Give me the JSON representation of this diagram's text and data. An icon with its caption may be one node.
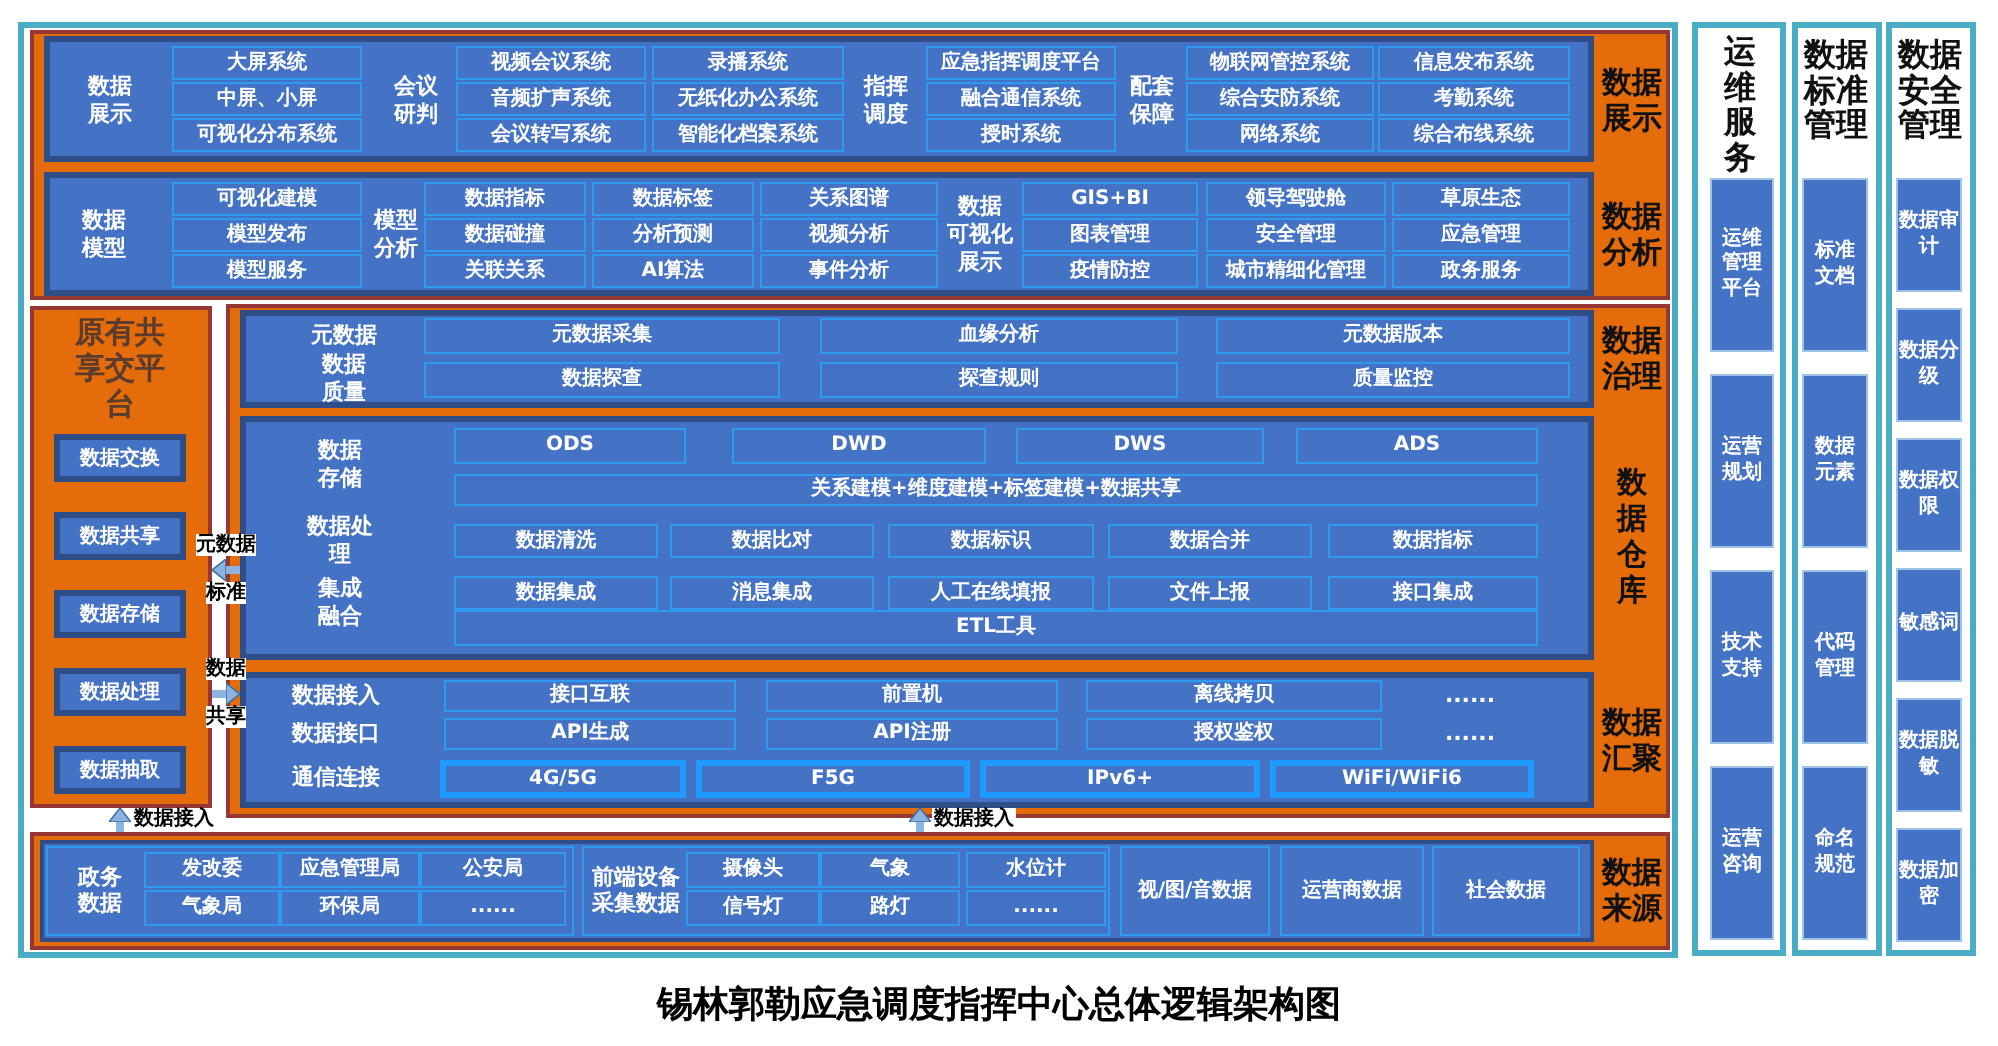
{
  "diagram": {
    "title": "锡林郭勒应急调度指挥中心总体逻辑架构图",
    "nodes": [
      {
        "text": [
          "数据展示",
          "数据分析"
        ]
      },
      {
        "text": [
          "数据展示",
          "会议研判",
          "指挥调度",
          "配套保障"
        ],
        "in": 0
      },
      {
        "text": [
          "大屏系统"
        ],
        "in": 1
      },
      {
        "text": [
          "中屏、小屏"
        ],
        "in": 1
      },
      {
        "text": [
          "可视化分布系统"
        ],
        "in": 1
      },
      {
        "text": [
          "视频会议系统"
        ],
        "in": 1
      },
      {
        "text": [
          "音频扩声系统"
        ],
        "in": 1
      },
      {
        "text": [
          "会议转写系统"
        ],
        "in": 1
      },
      {
        "text": [
          "录播系统"
        ],
        "in": 1
      },
      {
        "text": [
          "无纸化办公系统"
        ],
        "in": 1
      },
      {
        "text": [
          "智能化档案系统"
        ],
        "in": 1
      },
      {
        "text": [
          "应急指挥调度平台"
        ],
        "in": 1
      },
      {
        "text": [
          "融合通信系统"
        ],
        "in": 1
      },
      {
        "text": [
          "授时系统"
        ],
        "in": 1
      },
      {
        "text": [
          "物联网管控系统"
        ],
        "in": 1
      },
      {
        "text": [
          "综合安防系统"
        ],
        "in": 1
      },
      {
        "text": [
          "网络系统"
        ],
        "in": 1
      },
      {
        "text": [
          "信息发布系统"
        ],
        "in": 1
      },
      {
        "text": [
          "考勤系统"
        ],
        "in": 1
      },
      {
        "text": [
          "综合布线系统"
        ],
        "in": 1
      },
      {
        "text": [
          "数据模型",
          "模型分析",
          "数据可视化展示"
        ],
        "in": 0
      },
      {
        "text": [
          "可视化建模"
        ],
        "in": 20
      },
      {
        "text": [
          "模型发布"
        ],
        "in": 20
      },
      {
        "text": [
          "模型服务"
        ],
        "in": 20
      },
      {
        "text": [
          "数据指标"
        ],
        "in": 20
      },
      {
        "text": [
          "数据碰撞"
        ],
        "in": 20
      },
      {
        "text": [
          "关联关系"
        ],
        "in": 20
      },
      {
        "text": [
          "数据标签"
        ],
        "in": 20
      },
      {
        "text": [
          "分析预测"
        ],
        "in": 20
      },
      {
        "text": [
          "AI算法"
        ],
        "in": 20
      },
      {
        "text": [
          "关系图谱"
        ],
        "in": 20
      },
      {
        "text": [
          "视频分析"
        ],
        "in": 20
      },
      {
        "text": [
          "事件分析"
        ],
        "in": 20
      },
      {
        "text": [
          "GIS+BI"
        ],
        "in": 20
      },
      {
        "text": [
          "图表管理"
        ],
        "in": 20
      },
      {
        "text": [
          "疫情防控"
        ],
        "in": 20
      },
      {
        "text": [
          "领导驾驶舱"
        ],
        "in": 20
      },
      {
        "text": [
          "安全管理"
        ],
        "in": 20
      },
      {
        "text": [
          "城市精细化管理"
        ],
        "in": 20
      },
      {
        "text": [
          "草原生态"
        ],
        "in": 20
      },
      {
        "text": [
          "应急管理"
        ],
        "in": 20
      },
      {
        "text": [
          "政务服务"
        ],
        "in": 20
      },
      {
        "text": [
          "原有共享交平台"
        ]
      },
      {
        "text": [
          "数据交换"
        ],
        "in": 42
      },
      {
        "text": [
          "数据共享"
        ],
        "in": 42
      },
      {
        "text": [
          "数据存储"
        ],
        "in": 42
      },
      {
        "text": [
          "数据处理"
        ],
        "in": 42
      },
      {
        "text": [
          "数据抽取"
        ],
        "in": 42
      },
      {
        "text": [
          "数据治理",
          "数据仓库",
          "数据汇聚"
        ]
      },
      {
        "text": [
          "元数据",
          "数据质量"
        ],
        "in": 48
      },
      {
        "text": [
          "元数据采集"
        ],
        "in": 49
      },
      {
        "text": [
          "血缘分析"
        ],
        "in": 49
      },
      {
        "text": [
          "元数据版本"
        ],
        "in": 49
      },
      {
        "text": [
          "数据探查"
        ],
        "in": 49
      },
      {
        "text": [
          "探查规则"
        ],
        "in": 49
      },
      {
        "text": [
          "质量监控"
        ],
        "in": 49
      },
      {
        "text": [
          "数据存储",
          "数据处理",
          "集成融合"
        ],
        "in": 48
      },
      {
        "text": [
          "ODS"
        ],
        "in": 56
      },
      {
        "text": [
          "DWD"
        ],
        "in": 56
      },
      {
        "text": [
          "DWS"
        ],
        "in": 56
      },
      {
        "text": [
          "ADS"
        ],
        "in": 56
      },
      {
        "text": [
          "关系建模+维度建模+标签建模+数据共享"
        ],
        "in": 56
      },
      {
        "text": [
          "数据清洗"
        ],
        "in": 56
      },
      {
        "text": [
          "数据比对"
        ],
        "in": 56
      },
      {
        "text": [
          "数据标识"
        ],
        "in": 56
      },
      {
        "text": [
          "数据合并"
        ],
        "in": 56
      },
      {
        "text": [
          "数据指标"
        ],
        "in": 56
      },
      {
        "text": [
          "数据集成"
        ],
        "in": 56
      },
      {
        "text": [
          "消息集成"
        ],
        "in": 56
      },
      {
        "text": [
          "人工在线填报"
        ],
        "in": 56
      },
      {
        "text": [
          "文件上报"
        ],
        "in": 56
      },
      {
        "text": [
          "接口集成"
        ],
        "in": 56
      },
      {
        "text": [
          "ETL工具"
        ],
        "in": 56
      },
      {
        "text": [
          "数据接入",
          "数据接口",
          "通信连接",
          "......",
          "......"
        ],
        "in": 48
      },
      {
        "text": [
          "接口互联"
        ],
        "in": 73
      },
      {
        "text": [
          "前置机"
        ],
        "in": 73
      },
      {
        "text": [
          "离线拷贝"
        ],
        "in": 73
      },
      {
        "text": [
          "API生成"
        ],
        "in": 73
      },
      {
        "text": [
          "API注册"
        ],
        "in": 73
      },
      {
        "text": [
          "授权鉴权"
        ],
        "in": 73
      },
      {
        "text": [
          "4G/5G"
        ],
        "in": 73
      },
      {
        "text": [
          "F5G"
        ],
        "in": 73
      },
      {
        "text": [
          "IPv6+"
        ],
        "in": 73
      },
      {
        "text": [
          "WiFi/WiFi6"
        ],
        "in": 73
      },
      {
        "text": [
          "数据来源"
        ]
      },
      {
        "text": [],
        "shape": "box",
        "in": 84
      },
      {
        "text": [
          "政务数据"
        ],
        "in": 85
      },
      {
        "text": [
          "发改委"
        ],
        "in": 86
      },
      {
        "text": [
          "应急管理局"
        ],
        "in": 86
      },
      {
        "text": [
          "公安局"
        ],
        "in": 86
      },
      {
        "text": [
          "气象局"
        ],
        "in": 86
      },
      {
        "text": [
          "环保局"
        ],
        "in": 86
      },
      {
        "text": [
          "......"
        ],
        "in": 86
      },
      {
        "text": [
          "前端设备采集数据"
        ],
        "in": 85
      },
      {
        "text": [
          "摄像头"
        ],
        "in": 93
      },
      {
        "text": [
          "气象"
        ],
        "in": 93
      },
      {
        "text": [
          "水位计"
        ],
        "in": 93
      },
      {
        "text": [
          "信号灯"
        ],
        "in": 93
      },
      {
        "text": [
          "路灯"
        ],
        "in": 93
      },
      {
        "text": [
          "......"
        ],
        "in": 93
      },
      {
        "text": [
          "视/图/音数据"
        ],
        "in": 85
      },
      {
        "text": [
          "运营商数据"
        ],
        "in": 85
      },
      {
        "text": [
          "社会数据"
        ],
        "in": 85
      },
      {
        "text": [
          "运维服务"
        ]
      },
      {
        "text": [
          "运维管理平台"
        ],
        "in": 103
      },
      {
        "text": [
          "运营规划"
        ],
        "in": 103
      },
      {
        "text": [
          "技术支持"
        ],
        "in": 103
      },
      {
        "text": [
          "运营咨询"
        ],
        "in": 103
      },
      {
        "text": [
          "数据标准管理"
        ]
      },
      {
        "text": [
          "标准文档"
        ],
        "in": 108
      },
      {
        "text": [
          "数据元素"
        ],
        "in": 108
      },
      {
        "text": [
          "代码管理"
        ],
        "in": 108
      },
      {
        "text": [
          "命名规范"
        ],
        "in": 108
      },
      {
        "text": [
          "数据安全管理"
        ]
      },
      {
        "text": [
          "数据审计"
        ],
        "in": 113
      },
      {
        "text": [
          "数据分级"
        ],
        "in": 113
      },
      {
        "text": [
          "数据权限"
        ],
        "in": 113
      },
      {
        "text": [
          "敏感词"
        ],
        "in": 113
      },
      {
        "text": [
          "数据脱敏"
        ],
        "in": 113
      },
      {
        "text": [
          "数据加密"
        ],
        "in": 113
      }
    ],
    "edges": [
      {
        "from": 56,
        "to": 42,
        "arrow": "to",
        "label": "元数据标准"
      },
      {
        "from": 42,
        "to": 73,
        "arrow": "to",
        "label": "数据共享"
      },
      {
        "from": 84,
        "to": 42,
        "arrow": "to",
        "label": "数据接入"
      },
      {
        "from": 84,
        "to": 73,
        "arrow": "to",
        "label": "数据接入"
      }
    ]
  }
}
